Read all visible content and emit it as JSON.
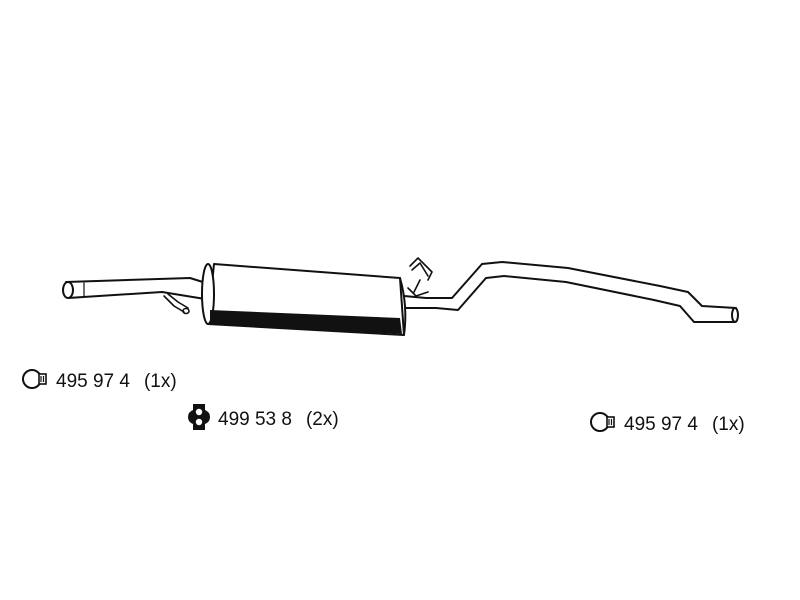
{
  "parts": [
    {
      "icon": "clamp-icon",
      "number": "495 97 4",
      "qty": "(1x)"
    },
    {
      "icon": "rubber-hanger-icon",
      "number": "499 53 8",
      "qty": "(2x)"
    },
    {
      "icon": "clamp-icon",
      "number": "495 97 4",
      "qty": "(1x)"
    }
  ]
}
